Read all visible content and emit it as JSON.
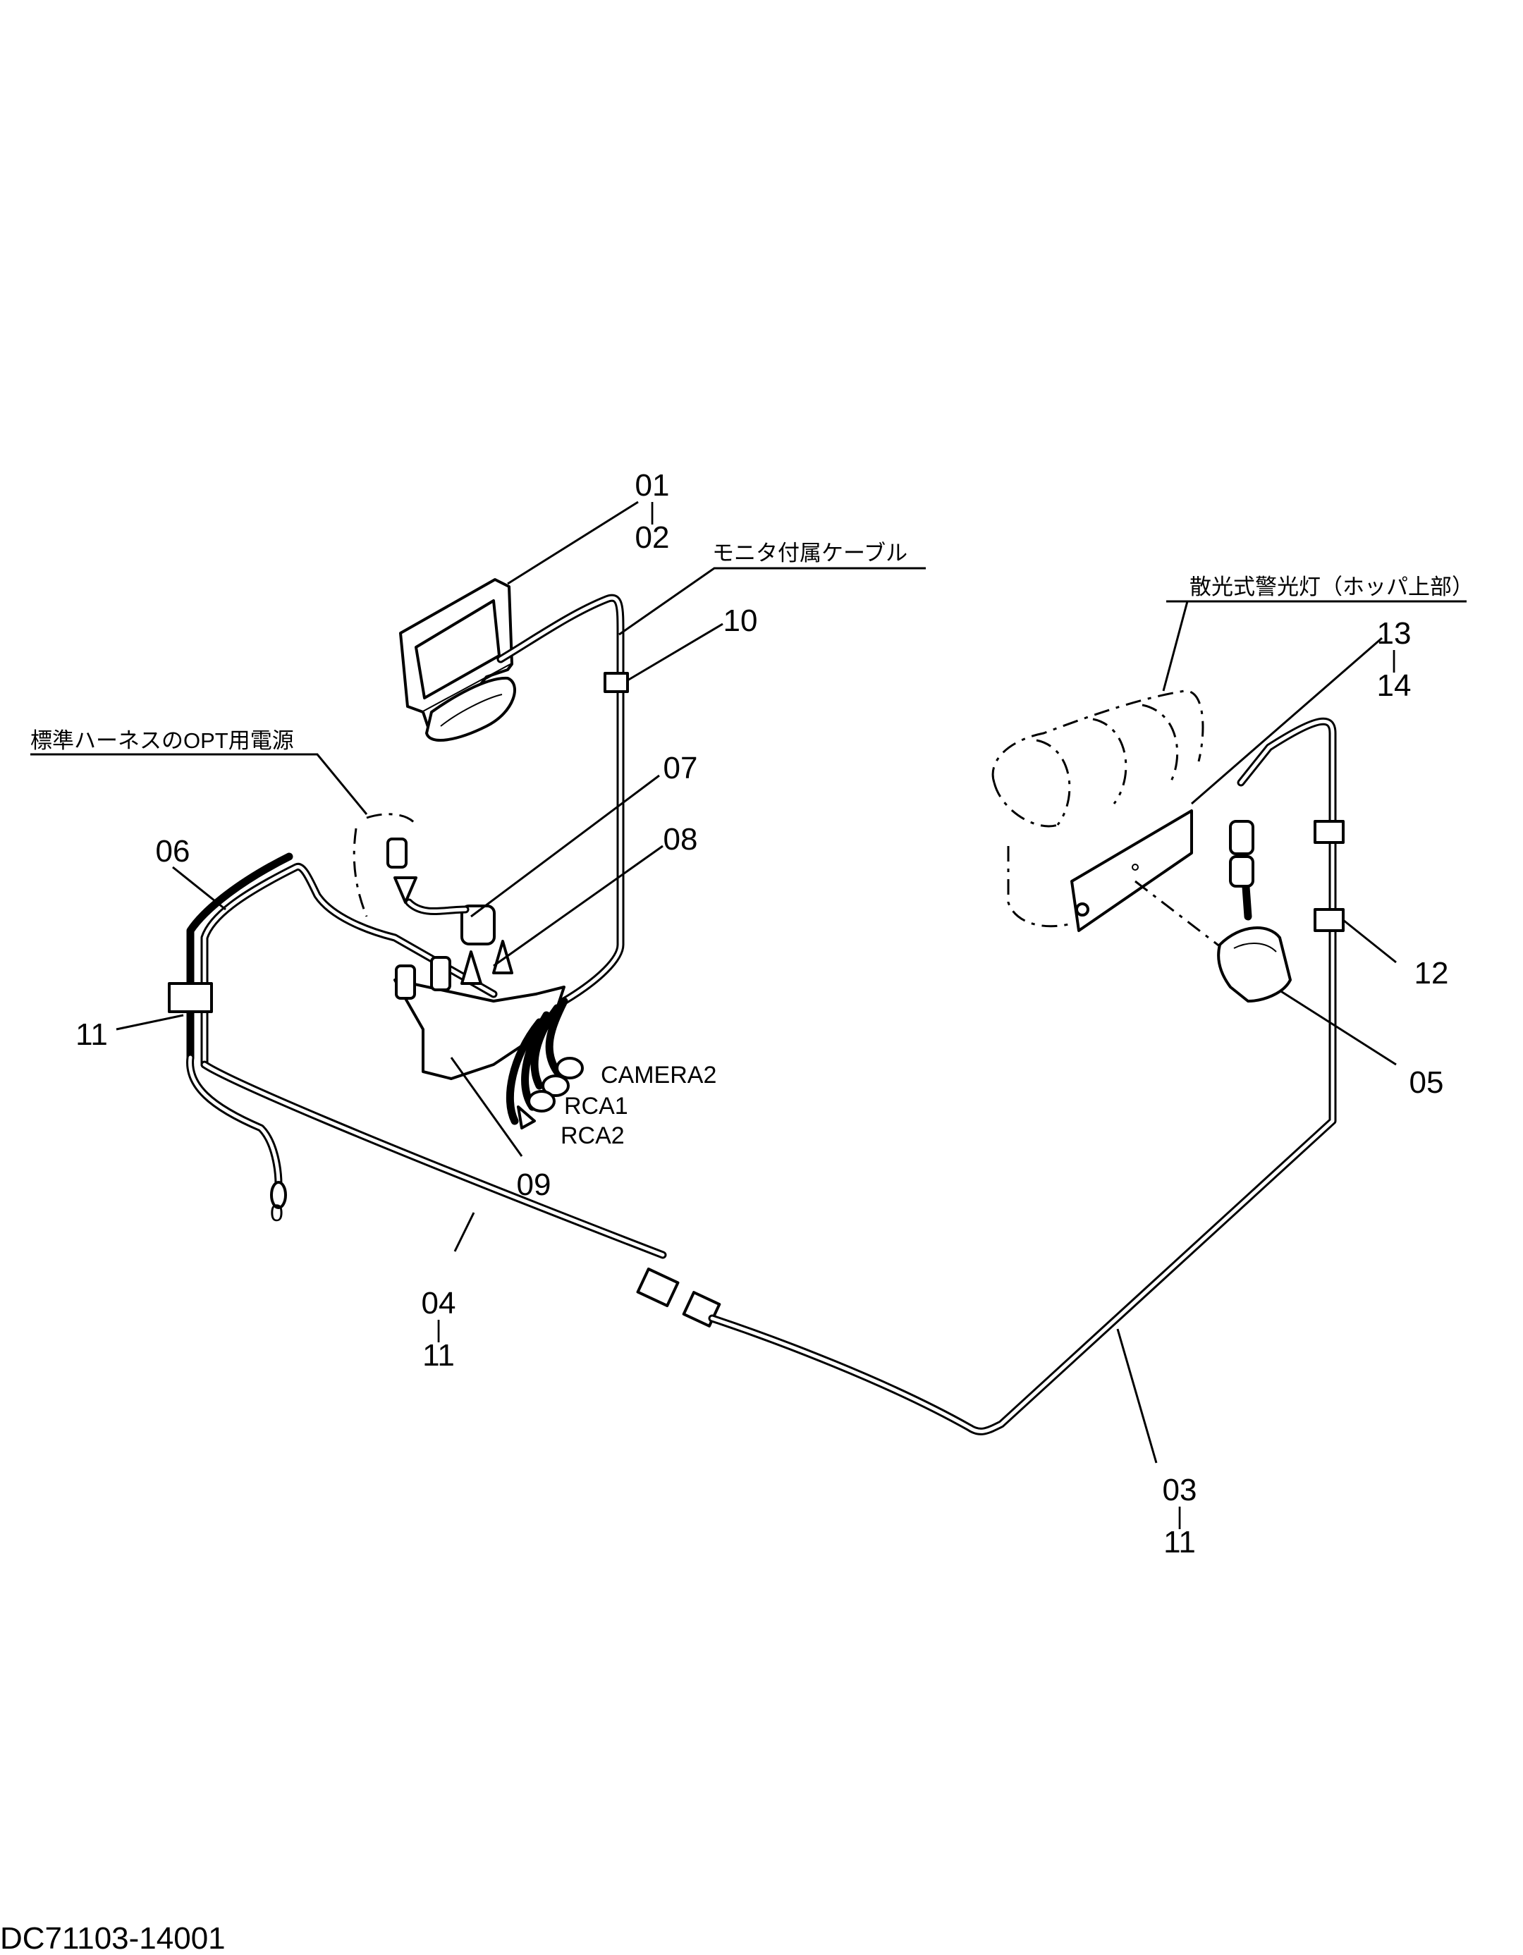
{
  "callouts": {
    "p01": "01",
    "p02": "02",
    "p03": "03",
    "p04": "04",
    "p05": "05",
    "p06": "06",
    "p07": "07",
    "p08": "08",
    "p09": "09",
    "p10": "10",
    "p11": "11",
    "p12": "12",
    "p13": "13",
    "p14": "14",
    "sep": "|"
  },
  "notes": {
    "monitor_cable": "モニタ付属ケーブル",
    "warning_lamp": "散光式警光灯（ホッパ上部）",
    "opt_power": "標準ハーネスのOPT用電源"
  },
  "connector_labels": {
    "camera2": "CAMERA2",
    "rca1": "RCA1",
    "rca2": "RCA2",
    "ring_terminal": "0"
  },
  "drawing_code": "DC71103-14001"
}
